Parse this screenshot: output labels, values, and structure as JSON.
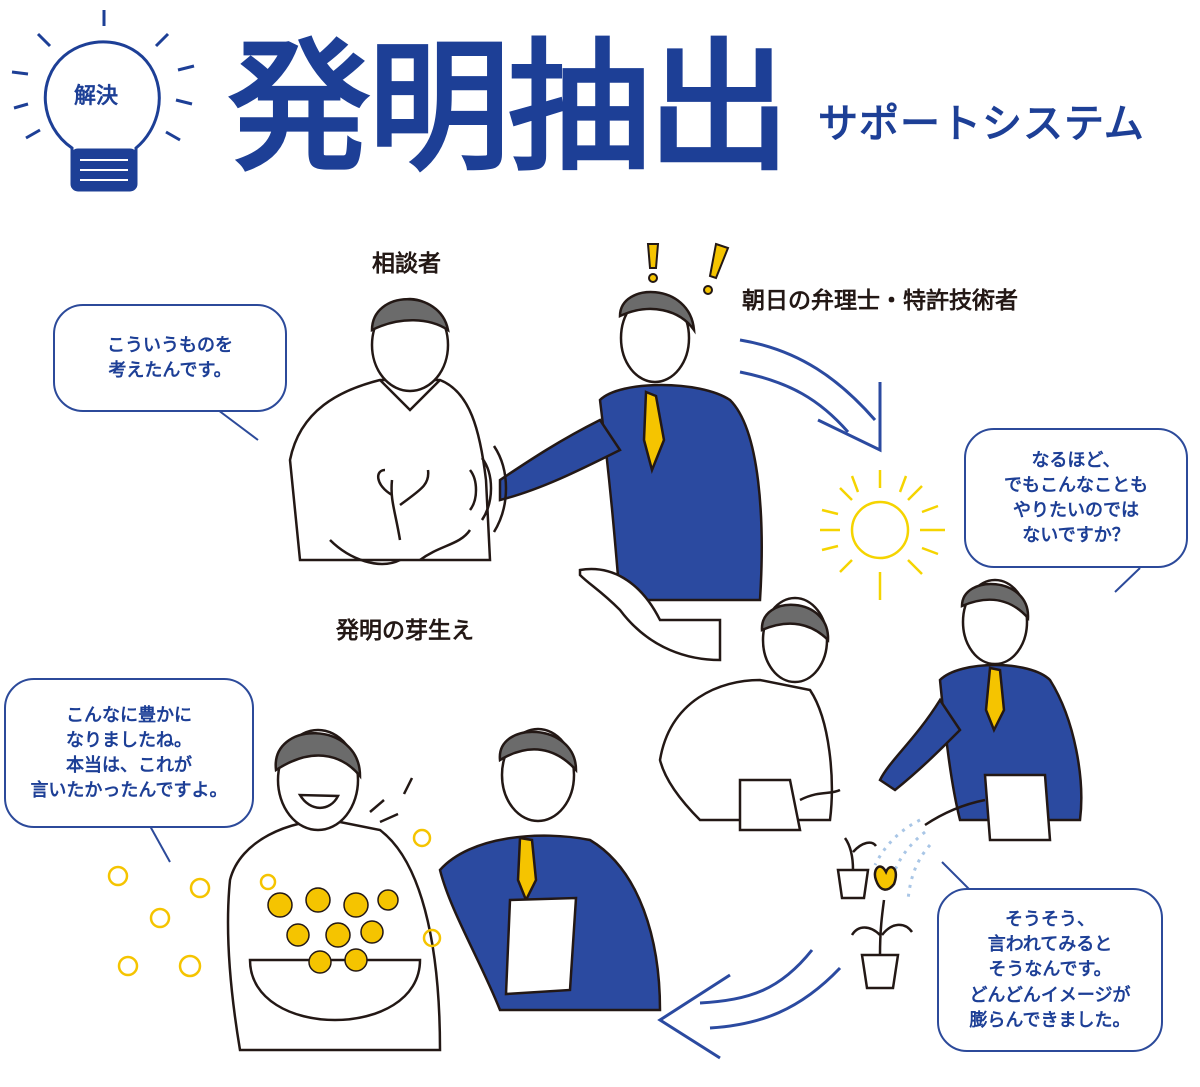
{
  "header": {
    "bulb_label": "解決",
    "title": "発明抽出",
    "subtitle": "サポートシステム"
  },
  "labels": {
    "consultant": "相談者",
    "attorney": "朝日の弁理士・特許技術者",
    "sprout": "発明の芽生え"
  },
  "bubbles": {
    "b1": [
      "こういうものを",
      "考えたんです。"
    ],
    "b2": [
      "なるほど、",
      "でもこんなことも",
      "やりたいのでは",
      "ないですか？"
    ],
    "b3": [
      "そうそう、",
      "言われてみると",
      "そうなんです。",
      "どんどんイメージが",
      "膨らんできました。"
    ],
    "b4": [
      "こんなに豊かに",
      "なりましたね。",
      "本当は、これが",
      "言いたかったんですよ。"
    ]
  },
  "colors": {
    "brand_blue": "#1d3f96",
    "suit_blue": "#2b4aa0",
    "tie_yellow": "#f5c400",
    "hair_gray": "#6b6b6b",
    "water_blue": "#a9c6e6"
  }
}
